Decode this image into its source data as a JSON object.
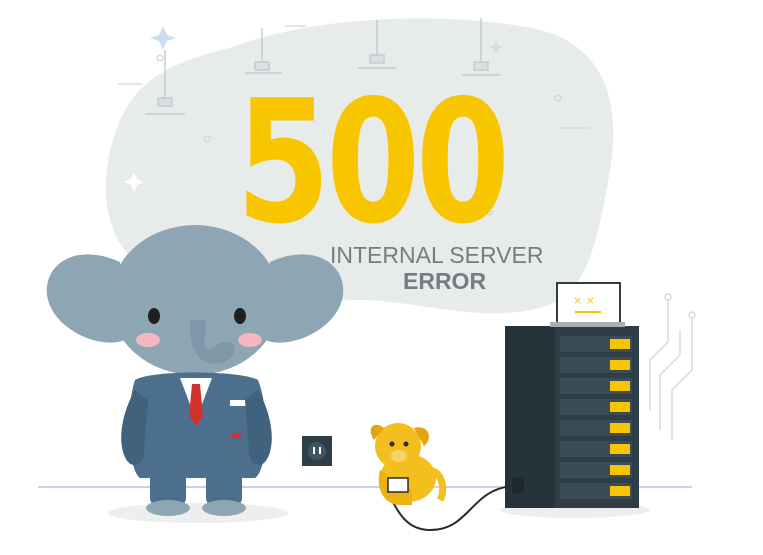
{
  "error": {
    "code": "500",
    "line1": "INTERNAL SERVER",
    "line2": "ERROR"
  },
  "colors": {
    "accent": "#f8c600",
    "text": "#767c84",
    "blob": "#e7ecea",
    "server": "#2f3e46",
    "elephant": "#8ea6b4",
    "suit": "#4b6f8c",
    "dog": "#f3bf1e"
  },
  "icons": [
    "sparkle-icon",
    "ceiling-lamp-icon",
    "wall-socket-icon",
    "laptop-error-icon"
  ]
}
